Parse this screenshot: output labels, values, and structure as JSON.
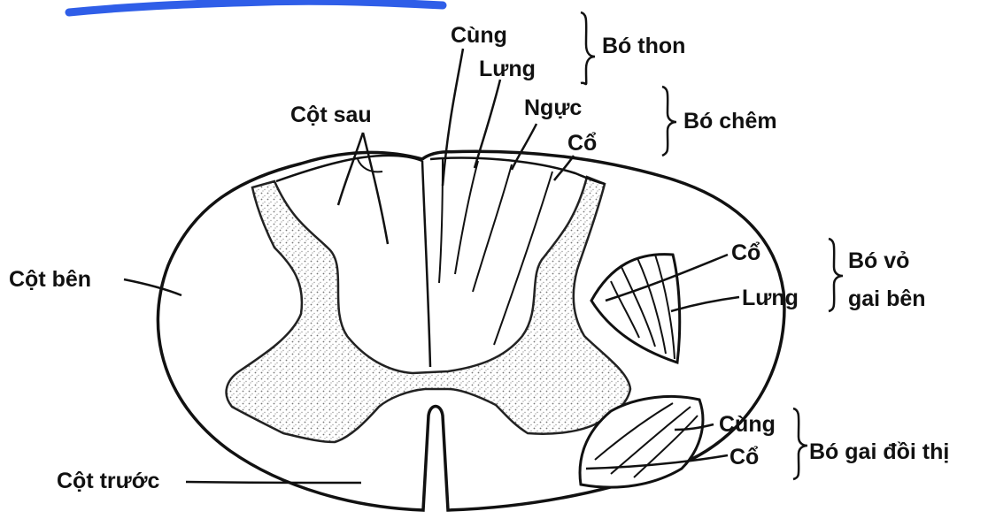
{
  "colors": {
    "ink": "#111111",
    "highlight": "#2f5ee8",
    "stipple": "#9a9a9a",
    "background": "#ffffff"
  },
  "labels": {
    "cung_top": "Cùng",
    "lung_top": "Lưng",
    "nguc": "Ngực",
    "co_top": "Cổ",
    "bo_thon": "Bó thon",
    "bo_chem": "Bó chêm",
    "cot_sau": "Cột sau",
    "cot_ben": "Cột bên",
    "co_mid": "Cổ",
    "lung_mid": "Lưng",
    "bo_vo_line1": "Bó vỏ",
    "bo_vo_line2": "gai bên",
    "cung_low": "Cùng",
    "co_low": "Cổ",
    "bo_gai_doi_thi": "Bó gai đồi thị",
    "cot_truoc": "Cột trước"
  }
}
